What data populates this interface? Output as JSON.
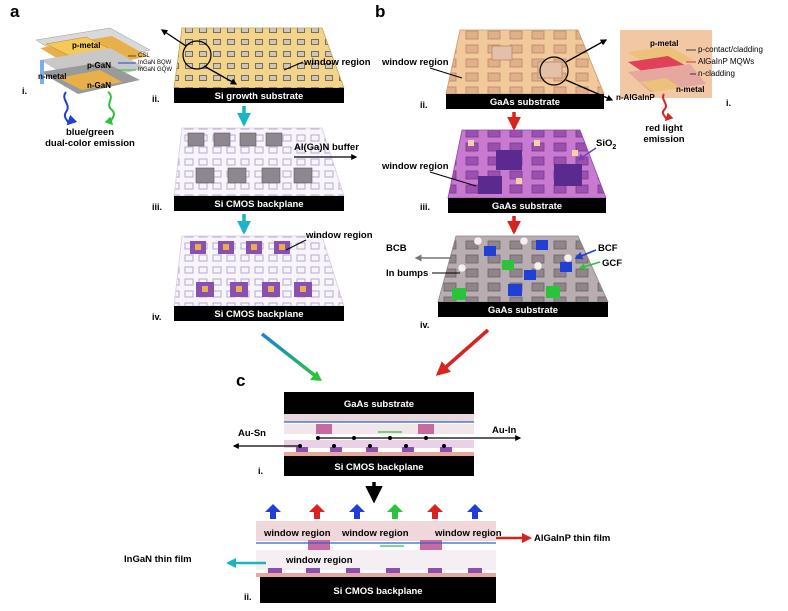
{
  "panels": {
    "a": "a",
    "b": "b",
    "c": "c"
  },
  "panel_a": {
    "inset": {
      "p_metal": "p-metal",
      "n_metal": "n-metal",
      "p_gan": "p-GaN",
      "n_gan": "n-GaN",
      "csl": "CSL",
      "bqw": "InGaN BQW",
      "gqw": "InGaN GQW",
      "roman": "i."
    },
    "emission": "blue/green",
    "emission2": "dual-color emission",
    "ii": {
      "roman": "ii.",
      "substrate": "Si growth substrate",
      "window": "window region"
    },
    "iii": {
      "roman": "iii.",
      "substrate": "Si CMOS backplane",
      "buffer": "Al(Ga)N buffer"
    },
    "iv": {
      "roman": "iv.",
      "substrate": "Si CMOS backplane",
      "window": "window region"
    }
  },
  "panel_b": {
    "inset": {
      "p_metal": "p-metal",
      "p_contact": "p-contact/cladding",
      "mqw": "AlGaInP MQWs",
      "n_cladding": "n-cladding",
      "n_metal": "n-metal",
      "n_algainp": "n-AlGaInP",
      "roman": "i."
    },
    "emission": "red light",
    "emission2": "emission",
    "ii": {
      "roman": "ii.",
      "substrate": "GaAs substrate",
      "window": "window region"
    },
    "iii": {
      "roman": "iii.",
      "substrate": "GaAs substrate",
      "window": "window region",
      "sio2": "SiO",
      "sio2_sub": "2"
    },
    "iv": {
      "roman": "iv.",
      "substrate": "GaAs substrate",
      "bcb": "BCB",
      "bcf": "BCF",
      "gcf": "GCF",
      "in_bumps": "In bumps"
    }
  },
  "panel_c": {
    "i": {
      "roman": "i.",
      "top": "GaAs substrate",
      "bottom": "Si CMOS backplane",
      "ausn": "Au-Sn",
      "auin": "Au-In"
    },
    "ii": {
      "roman": "ii.",
      "bottom": "Si CMOS backplane",
      "window1": "window region",
      "window2": "window region",
      "window3": "window region",
      "window4": "window region",
      "algainp": "AlGaInP thin film",
      "ingan": "InGaN thin film"
    }
  },
  "colors": {
    "teal": "#19b5b8",
    "red": "#d9231f",
    "blue": "#1f3fd6",
    "green": "#2ac43a",
    "purple": "#7a3fb5",
    "black": "#000000"
  }
}
